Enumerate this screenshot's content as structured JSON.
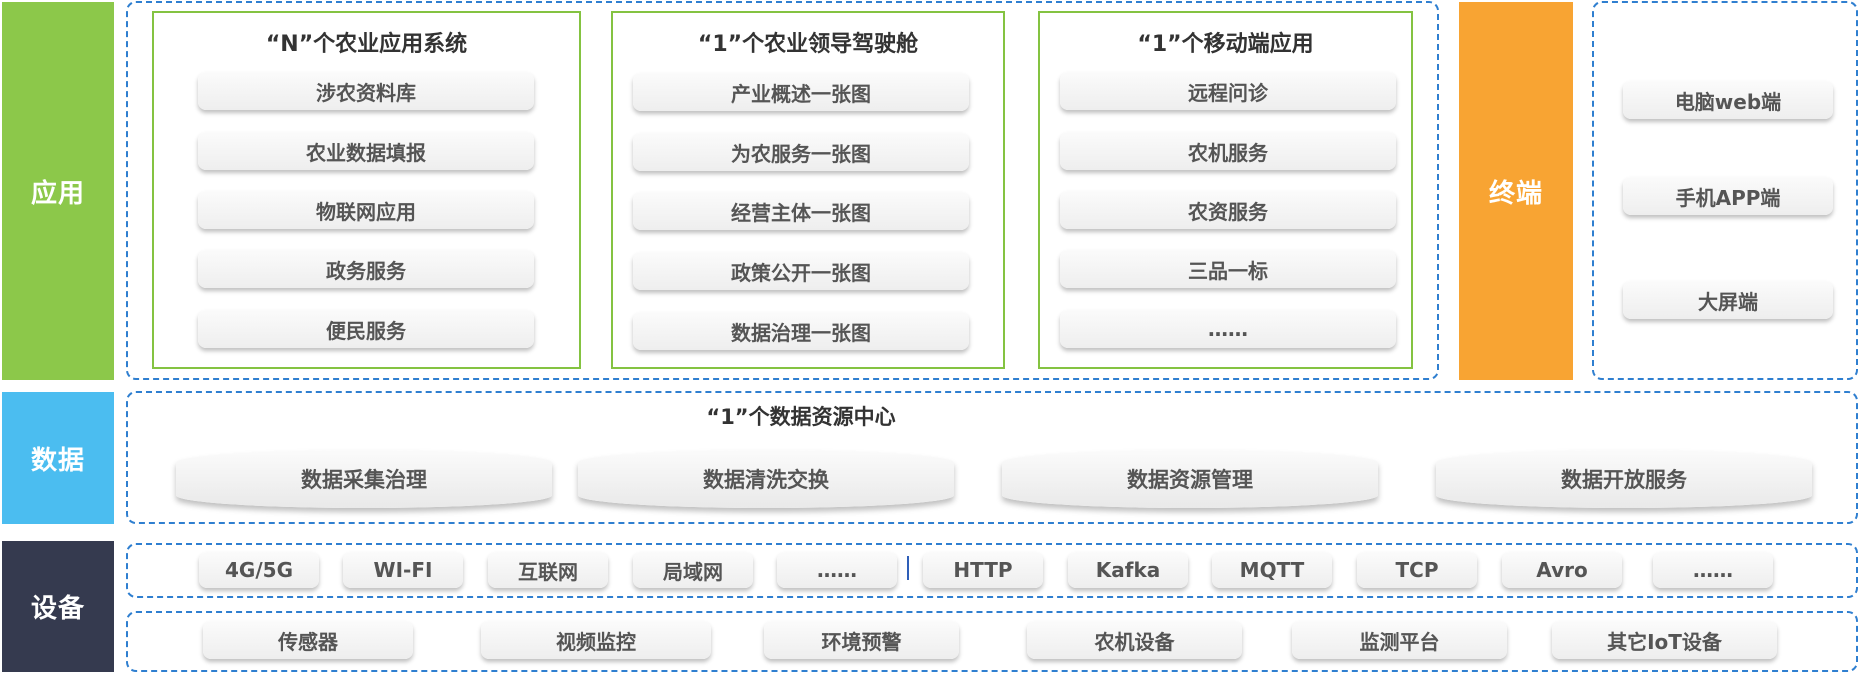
{
  "layers": {
    "app": {
      "label": "应用",
      "color": "#8cc84a"
    },
    "data": {
      "label": "数据",
      "color": "#4bbdf0"
    },
    "device": {
      "label": "设备",
      "color": "#353a4f"
    },
    "terminal": {
      "label": "终端",
      "color": "#f8a433"
    }
  },
  "panels": [
    {
      "title": "“N”个农业应用系统",
      "items": [
        "涉农资料库",
        "农业数据填报",
        "物联网应用",
        "政务服务",
        "便民服务"
      ]
    },
    {
      "title": "“1”个农业领导驾驶舱",
      "items": [
        "产业概述一张图",
        "为农服务一张图",
        "经营主体一张图",
        "政策公开一张图",
        "数据治理一张图"
      ]
    },
    {
      "title": "“1”个移动端应用",
      "items": [
        "远程问诊",
        "农机服务",
        "农资服务",
        "三品一标",
        "……"
      ]
    }
  ],
  "terminals": [
    "电脑web端",
    "手机APP端",
    "大屏端"
  ],
  "data_center": {
    "title": "“1”个数据资源中心",
    "items": [
      "数据采集治理",
      "数据清洗交换",
      "数据资源管理",
      "数据开放服务"
    ]
  },
  "networks": [
    "4G/5G",
    "WI-FI",
    "互联网",
    "局域网",
    "……"
  ],
  "protocols": [
    "HTTP",
    "Kafka",
    "MQTT",
    "TCP",
    "Avro",
    "……"
  ],
  "devices": [
    "传感器",
    "视频监控",
    "环境预警",
    "农机设备",
    "监测平台",
    "其它IoT设备"
  ]
}
